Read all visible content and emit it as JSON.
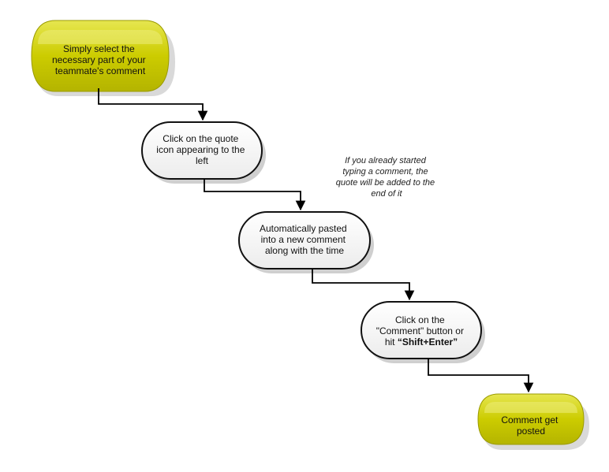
{
  "nodes": {
    "start": {
      "lines": [
        "Simply select the",
        "necessary part of your",
        "teammate's comment"
      ]
    },
    "quote_click": {
      "lines": [
        "Click on the quote",
        "icon appearing to the",
        "left"
      ]
    },
    "auto_paste": {
      "lines": [
        "Automatically pasted",
        "into a new comment",
        "along with the time"
      ]
    },
    "submit": {
      "line1": "Click on the",
      "line2": "\"Comment\" button or",
      "line3_prefix": "hit ",
      "line3_key": "“Shift+Enter”"
    },
    "end": {
      "lines": [
        "Comment get",
        "posted"
      ]
    }
  },
  "note": {
    "lines": [
      "If you already started",
      "typing a comment, the",
      "quote will be added to the",
      "end of it"
    ]
  },
  "colors": {
    "terminal_fill": "#c8c800",
    "terminal_dark": "#8f8f00",
    "terminal_light": "#e8e85a",
    "process_fill": "#f4f4f4",
    "process_stroke": "#111111",
    "shadow": "#cfcfcf",
    "connector": "#000000"
  }
}
